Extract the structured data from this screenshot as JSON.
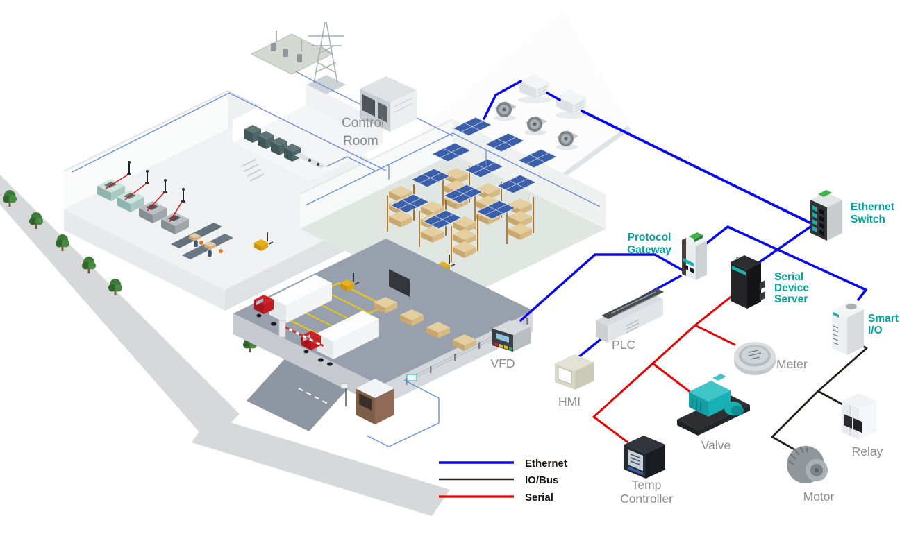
{
  "colors": {
    "ethernet_line": "#0808ee",
    "iobus_line": "#221c1a",
    "serial_line": "#e60000",
    "label_teal": "#00a19a",
    "label_gray": "#8c8c8c",
    "text_black": "#15110e"
  },
  "site": {
    "control_room": {
      "lines": [
        "Control",
        "Room"
      ]
    }
  },
  "network_devices": {
    "ethernet_switch": {
      "label": "Ethernet Switch",
      "lines": [
        "Ethernet",
        "Switch"
      ]
    },
    "protocol_gateway": {
      "label": "Protocol Gateway",
      "lines": [
        "Protocol",
        "Gateway"
      ]
    },
    "serial_device_server": {
      "label": "Serial Device Server",
      "lines": [
        "Serial",
        "Device",
        "Server"
      ]
    },
    "smart_io": {
      "label": "Smart I/O",
      "lines": [
        "Smart",
        "I/O"
      ]
    }
  },
  "field_devices": {
    "vfd": {
      "label": "VFD"
    },
    "plc": {
      "label": "PLC"
    },
    "hmi": {
      "label": "HMI"
    },
    "meter": {
      "label": "Meter"
    },
    "valve": {
      "label": "Valve"
    },
    "temp_controller": {
      "lines": [
        "Temp",
        "Controller"
      ]
    },
    "relay": {
      "label": "Relay"
    },
    "motor": {
      "label": "Motor"
    }
  },
  "legend": {
    "items": [
      {
        "label": "Ethernet",
        "color": "#0808ee"
      },
      {
        "label": "IO/Bus",
        "color": "#221c1a"
      },
      {
        "label": "Serial",
        "color": "#e60000"
      }
    ]
  }
}
